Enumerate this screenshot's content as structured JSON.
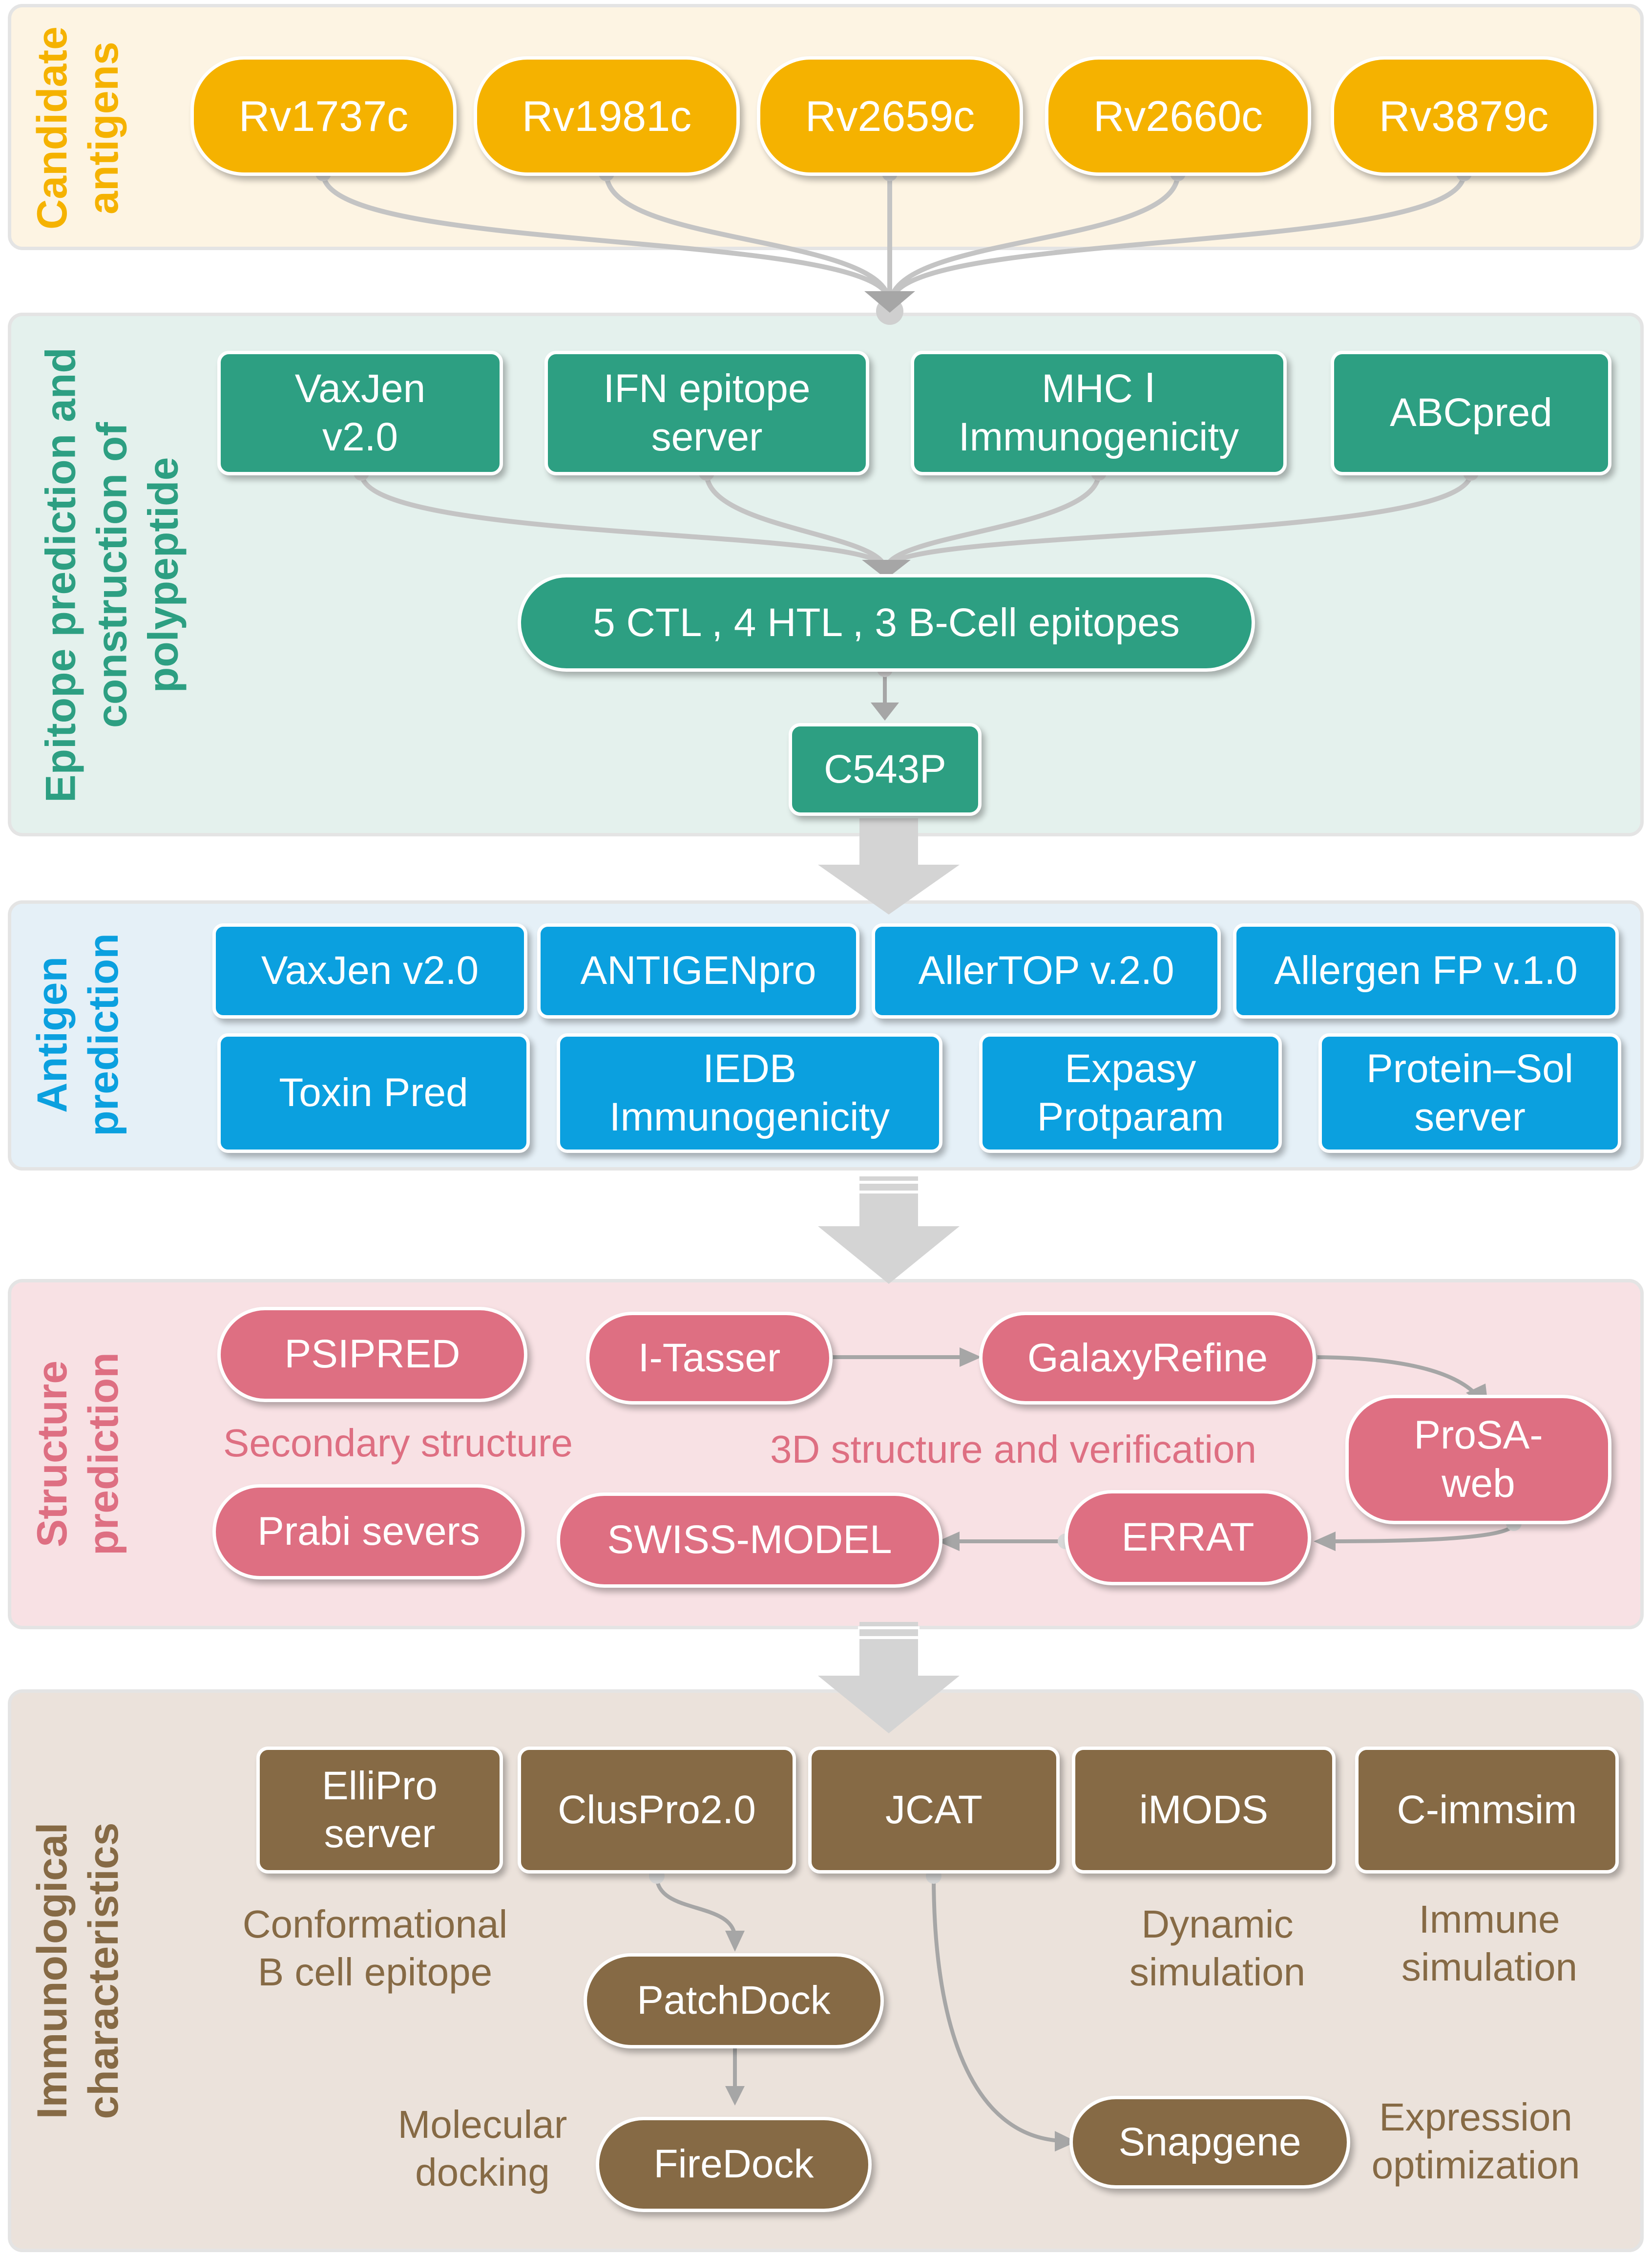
{
  "sections": {
    "candidate": {
      "label": "Candidate\nantigens",
      "color": "#f5b200",
      "bg": "#fdf4e3"
    },
    "epitope": {
      "label": "Epitope prediction and\nconstruction of\npolypeptide",
      "color": "#2d9f82",
      "bg": "#e4f1ed"
    },
    "antigen": {
      "label": "Antigen\nprediction",
      "color": "#0ba0df",
      "bg": "#e5f0f7"
    },
    "structure": {
      "label": "Structure\nprediction",
      "color": "#de6f82",
      "bg": "#f8e1e4"
    },
    "immuno": {
      "label": "Immunological\ncharacteristics",
      "color": "#866a45",
      "bg": "#ebe2db"
    }
  },
  "candidate_antigens": [
    "Rv1737c",
    "Rv1981c",
    "Rv2659c",
    "Rv2660c",
    "Rv3879c"
  ],
  "epitope_tools": [
    "VaxJen\nv2.0",
    "IFN epitope\nserver",
    "MHC Ⅰ\nImmunogenicity",
    "ABCpred"
  ],
  "epitopes_summary": "5 CTL , 4 HTL , 3 B-Cell epitopes",
  "polypeptide": "C543P",
  "antigen_tools_row1": [
    "VaxJen v2.0",
    "ANTIGENpro",
    "AllerTOP v.2.0",
    "Allergen FP v.1.0"
  ],
  "antigen_tools_row2": [
    "Toxin Pred",
    "IEDB\nImmunogenicity",
    "Expasy\nProtparam",
    "Protein–Sol\nserver"
  ],
  "structure": {
    "psipred": "PSIPRED",
    "secondary_note": "Secondary structure",
    "prabi": "Prabi severs",
    "itasser": "I-Tasser",
    "galaxyrefine": "GalaxyRefine",
    "prosa": "ProSA-\nweb",
    "errat": "ERRAT",
    "swissmodel": "SWISS-MODEL",
    "tertiary_note": "3D structure and verification"
  },
  "immuno": {
    "ellipro": "ElliPro\nserver",
    "cluspro": "ClusPro2.0",
    "jcat": "JCAT",
    "imods": "iMODS",
    "cimmsim": "C-immsim",
    "patchdock": "PatchDock",
    "firedock": "FireDock",
    "snapgene": "Snapgene",
    "note_conformational": "Conformational\nB cell epitope",
    "note_dynamic": "Dynamic\nsimulation",
    "note_immune": "Immune\nsimulation",
    "note_docking": "Molecular\ndocking",
    "note_expression": "Expression\noptimization"
  }
}
